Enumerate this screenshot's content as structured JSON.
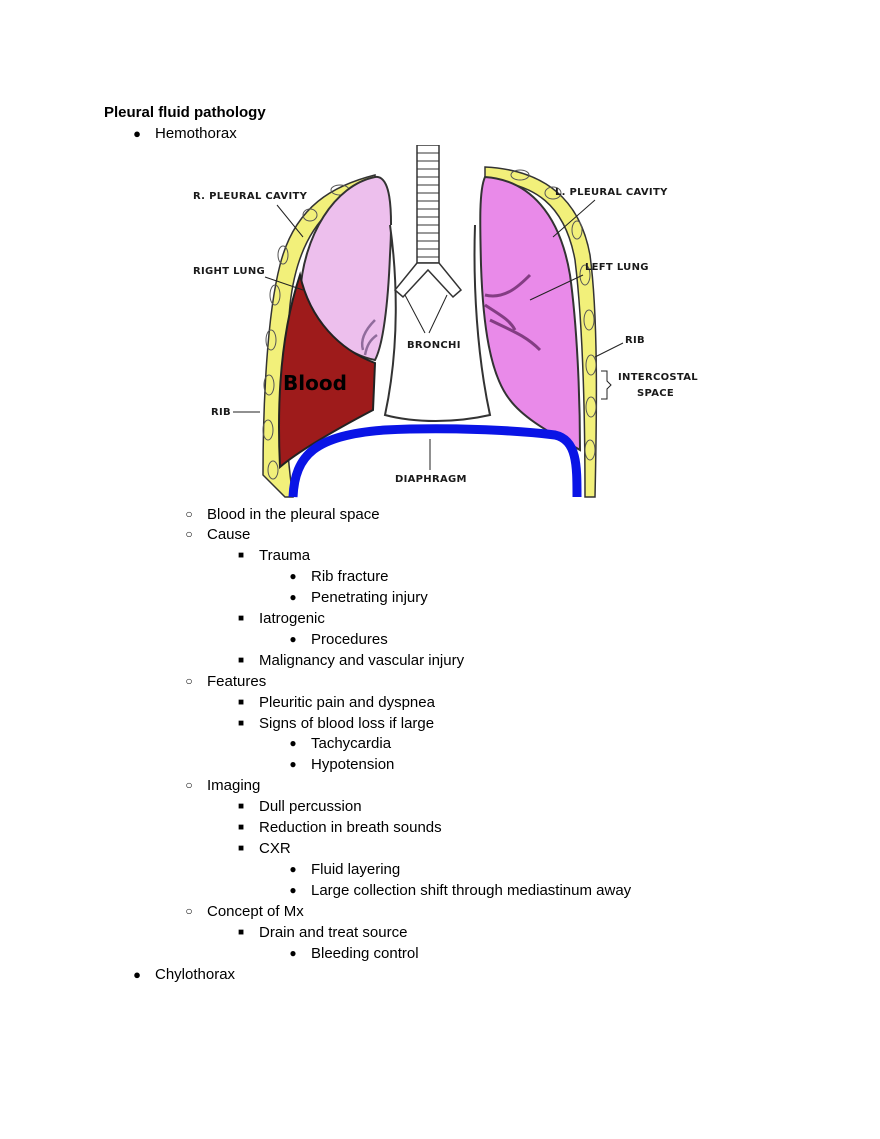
{
  "title": "Pleural fluid pathology",
  "diagram": {
    "labels": {
      "r_pleural": "R. PLEURAL CAVITY",
      "right_lung": "RIGHT LUNG",
      "rib_left": "RIB",
      "blood": "Blood",
      "bronchi": "BRONCHI",
      "diaphragm": "DIAPHRAGM",
      "l_pleural": "L. PLEURAL CAVITY",
      "left_lung": "LEFT LUNG",
      "rib_right": "RIB",
      "intercostal_1": "INTERCOSTAL",
      "intercostal_2": "SPACE"
    },
    "colors": {
      "pleura": "#f2f07a",
      "blood": "#9e1b1b",
      "right_lung": "#edbfed",
      "left_lung": "#e98ae9",
      "diaphragm": "#0a14e6"
    }
  },
  "outline": {
    "hemothorax": "Hemothorax",
    "blood_in_space": "Blood in the pleural space",
    "cause": "Cause",
    "trauma": "Trauma",
    "rib_fracture": "Rib fracture",
    "penetrating": "Penetrating injury",
    "iatrogenic": "Iatrogenic",
    "procedures": "Procedures",
    "malignancy": "Malignancy and vascular injury",
    "features": "Features",
    "pleuritic": "Pleuritic pain and dyspnea",
    "blood_loss": "Signs of blood loss if large",
    "tachycardia": "Tachycardia",
    "hypotension": "Hypotension",
    "imaging": "Imaging",
    "dull": "Dull percussion",
    "breath": "Reduction in breath sounds",
    "cxr": "CXR",
    "layering": "Fluid layering",
    "shift": "Large collection shift through mediastinum away",
    "concept": "Concept of Mx",
    "drain": "Drain and treat source",
    "bleeding": "Bleeding control",
    "chylothorax": "Chylothorax"
  },
  "bullets": {
    "level1": "●",
    "level2": "○",
    "level3": "■",
    "level4": "●"
  }
}
